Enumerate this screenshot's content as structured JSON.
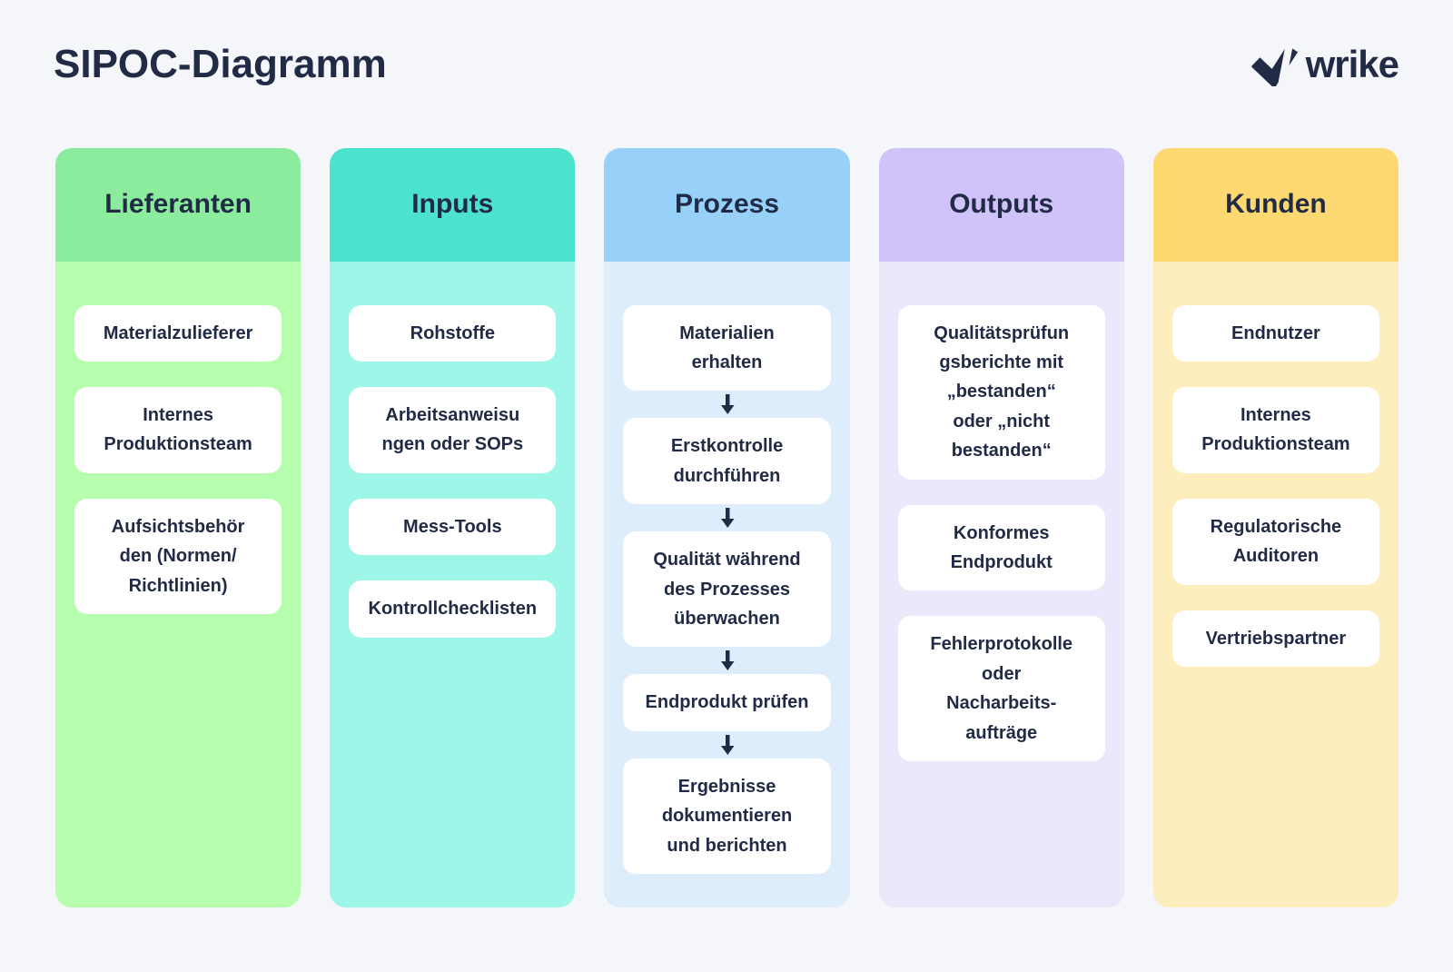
{
  "page": {
    "title": "SIPOC-Diagramm",
    "background_color": "#f5f6f9",
    "text_color": "#212b46",
    "logo": {
      "text": "wrike",
      "icon": "wrike-check-icon",
      "color": "#212b46"
    }
  },
  "columns": [
    {
      "label": "Lieferanten",
      "header_color": "#8cec9d",
      "body_color": "#b6fead",
      "items": [
        "Materialzulieferer",
        "Internes\nProduktionsteam",
        "Aufsichtsbehör\nden (Normen/\nRichtlinien)"
      ]
    },
    {
      "label": "Inputs",
      "header_color": "#4be3cd",
      "body_color": "#9df6e7",
      "items": [
        "Rohstoffe",
        "Arbeitsanweisu\nngen oder SOPs",
        "Mess-Tools",
        "Kontrollchecklisten"
      ]
    },
    {
      "label": "Prozess",
      "header_color": "#97d1fa",
      "body_color": "#ddedfc",
      "arrow_icon": "arrow-down-icon",
      "arrow_color": "#212b46",
      "items": [
        "Materialien\nerhalten",
        "Erstkontrolle\ndurchführen",
        "Qualität während\ndes Prozesses\nüberwachen",
        "Endprodukt prüfen",
        "Ergebnisse\ndokumentieren\nund berichten"
      ]
    },
    {
      "label": "Outputs",
      "header_color": "#cfc3f9",
      "body_color": "#ece8fb",
      "items": [
        "Qualitätsprüfun\ngsberichte mit\n„bestanden“\noder „nicht\nbestanden“",
        "Konformes\nEndprodukt",
        "Fehlerprotokolle\noder\nNacharbeits-\naufträge"
      ]
    },
    {
      "label": "Kunden",
      "header_color": "#fed871",
      "body_color": "#feedbd",
      "items": [
        "Endnutzer",
        "Internes\nProduktionsteam",
        "Regulatorische\nAuditoren",
        "Vertriebspartner"
      ]
    }
  ]
}
